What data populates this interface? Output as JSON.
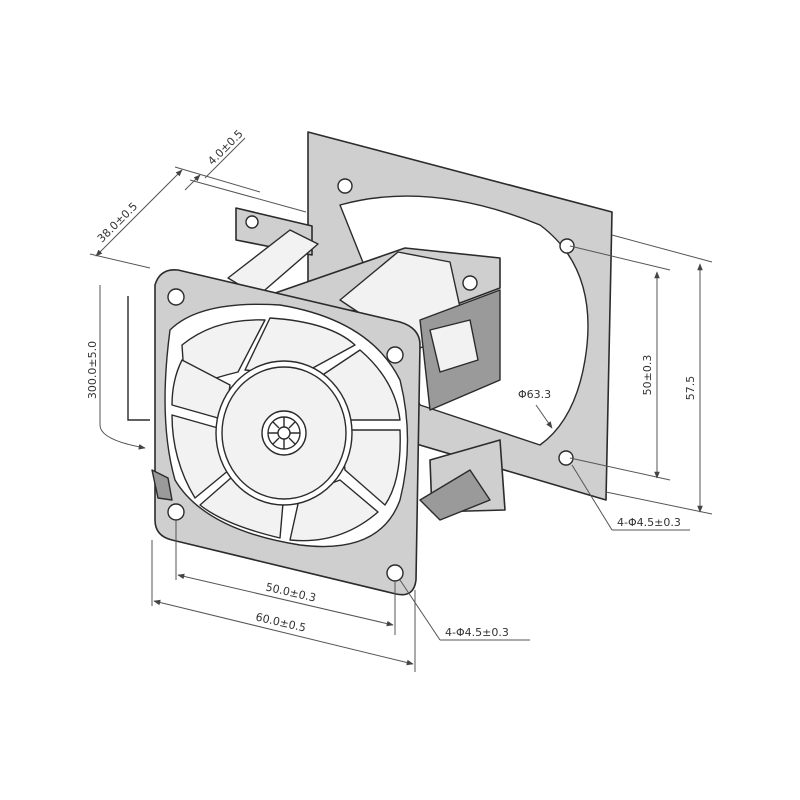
{
  "drawing": {
    "dimensions": {
      "depth": "38.0±0.5",
      "flange": "4.0±0.5",
      "cable_length": "300.0±5.0",
      "rear_hole_spacing": "50±0.3",
      "rear_height": "57.5",
      "bore_diameter": "Φ63.3",
      "rear_holes": "4-Φ4.5±0.3",
      "front_hole_spacing": "50.0±0.3",
      "frame_width": "60.0±0.5",
      "front_holes": "4-Φ4.5±0.3"
    },
    "colors": {
      "frame": "#cfcfcf",
      "blade": "#f2f2f2",
      "outline": "#2b2b2b",
      "dimension": "#555555"
    },
    "icons": [
      "fan-icon"
    ]
  }
}
